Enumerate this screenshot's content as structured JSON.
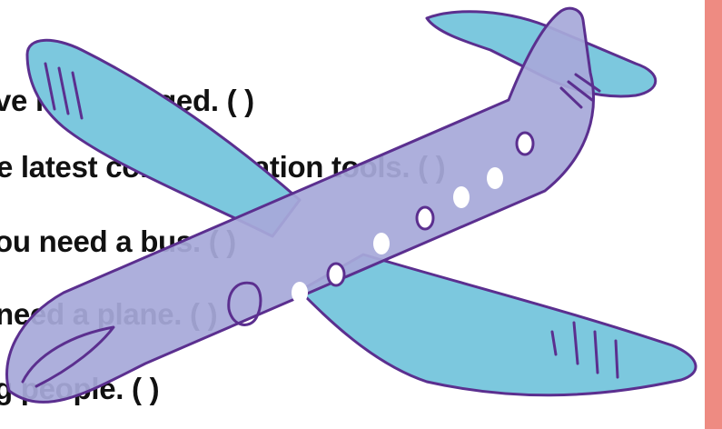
{
  "sentences": [
    "ve not changed. ( )",
    "e latest communication tools. ( )",
    "ou need a bus. ( )",
    "need a plane. ( )",
    "g people. ( )"
  ],
  "colors": {
    "plane_body": "#A7A9D9",
    "plane_wing": "#7CC8DE",
    "outline": "#5B2F8F",
    "side_bar": "#EE8B82",
    "text": "#111111"
  },
  "icons": [
    "airplane-illustration"
  ]
}
